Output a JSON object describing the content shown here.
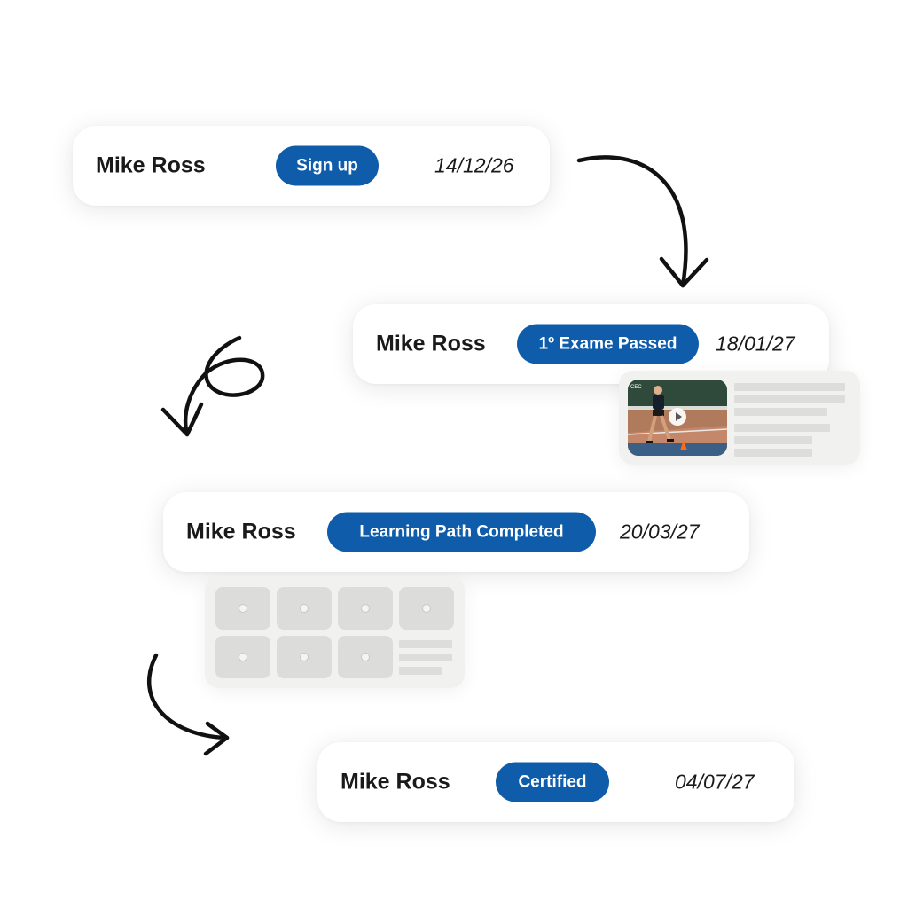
{
  "cards": [
    {
      "name": "Mike Ross",
      "status": "Sign up",
      "date": "14/12/26"
    },
    {
      "name": "Mike Ross",
      "status": "1º Exame Passed",
      "date": "18/01/27"
    },
    {
      "name": "Mike Ross",
      "status": "Learning Path Completed",
      "date": "20/03/27"
    },
    {
      "name": "Mike Ross",
      "status": "Certified",
      "date": "04/07/27"
    }
  ],
  "colors": {
    "badge": "#0f5cab",
    "card_background": "#ffffff",
    "arrow": "#111111",
    "preview_panel": "#f1f1ef"
  },
  "media_preview": {
    "thumbnail": "tennis-player-video-thumbnail",
    "play_icon": "play-icon"
  },
  "course_grid": {
    "tile_icon": "dot-icon"
  }
}
